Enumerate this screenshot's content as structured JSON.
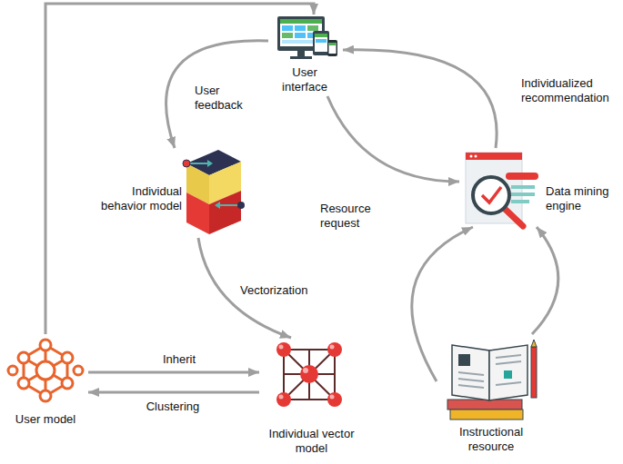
{
  "diagram": {
    "nodes": [
      {
        "text": [
          "User interface"
        ]
      },
      {
        "text": [
          "Data mining engine"
        ]
      },
      {
        "text": [
          "Individual behavior model"
        ]
      },
      {
        "text": [
          "Individual vector model"
        ]
      },
      {
        "text": [
          "User model"
        ]
      },
      {
        "text": [
          "Instructional resource"
        ]
      }
    ],
    "edges": [
      {
        "from": 0,
        "to": 2,
        "label": "User feedback",
        "arrow": "to"
      },
      {
        "from": 2,
        "to": 3,
        "label": "Vectorization",
        "arrow": "to"
      },
      {
        "from": 4,
        "to": 3,
        "label": "Inherit",
        "arrow": "to"
      },
      {
        "from": 3,
        "to": 4,
        "label": "Clustering",
        "arrow": "to"
      },
      {
        "from": 4,
        "to": 0,
        "arrow": "to"
      },
      {
        "from": 0,
        "to": 1,
        "label": "Resource request",
        "arrow": "to"
      },
      {
        "from": 1,
        "to": 0,
        "label": "Individualized recommendation",
        "arrow": "to"
      },
      {
        "from": 5,
        "to": 1,
        "arrow": "to"
      },
      {
        "from": 5,
        "to": 1,
        "arrow": "to"
      }
    ]
  }
}
